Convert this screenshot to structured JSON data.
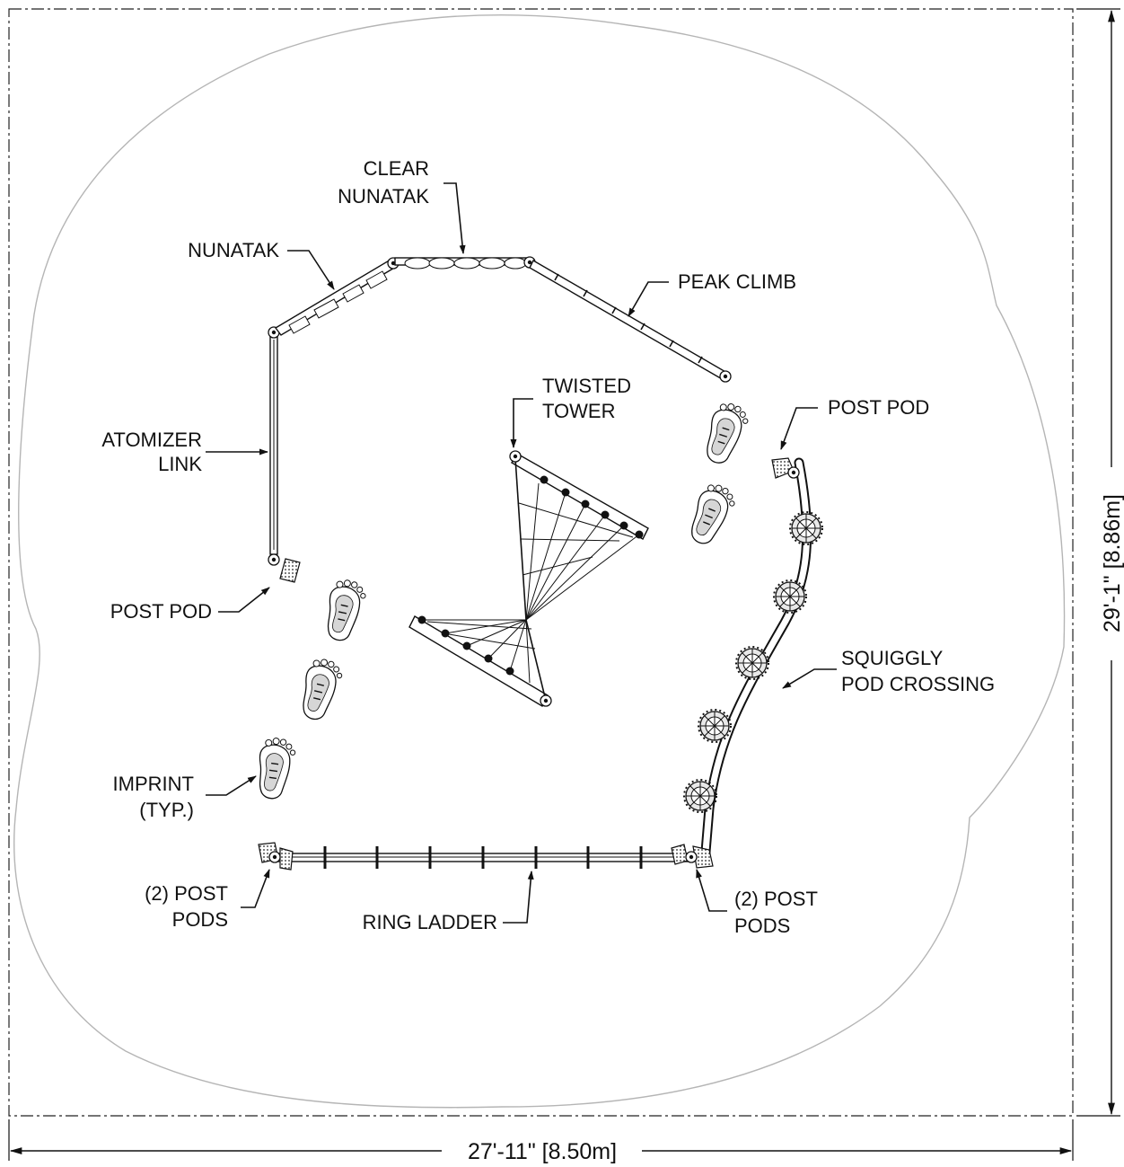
{
  "labels": {
    "clear_nunatak": [
      "CLEAR",
      "NUNATAK"
    ],
    "nunatak": "NUNATAK",
    "peak_climb": "PEAK CLIMB",
    "atomizer_link": [
      "ATOMIZER",
      "LINK"
    ],
    "twisted_tower": [
      "TWISTED",
      "TOWER"
    ],
    "post_pod_left": "POST POD",
    "post_pod_right": "POST POD",
    "squiggly_pod_crossing": [
      "SQUIGGLY",
      "POD CROSSING"
    ],
    "imprint": [
      "IMPRINT",
      "(TYP.)"
    ],
    "post_pods_left": [
      "(2) POST",
      "PODS"
    ],
    "post_pods_right": [
      "(2) POST",
      "PODS"
    ],
    "ring_ladder": "RING LADDER"
  },
  "dimensions": {
    "width": "27'-11\" [8.50m]",
    "height": "29'-1\" [8.86m]"
  }
}
